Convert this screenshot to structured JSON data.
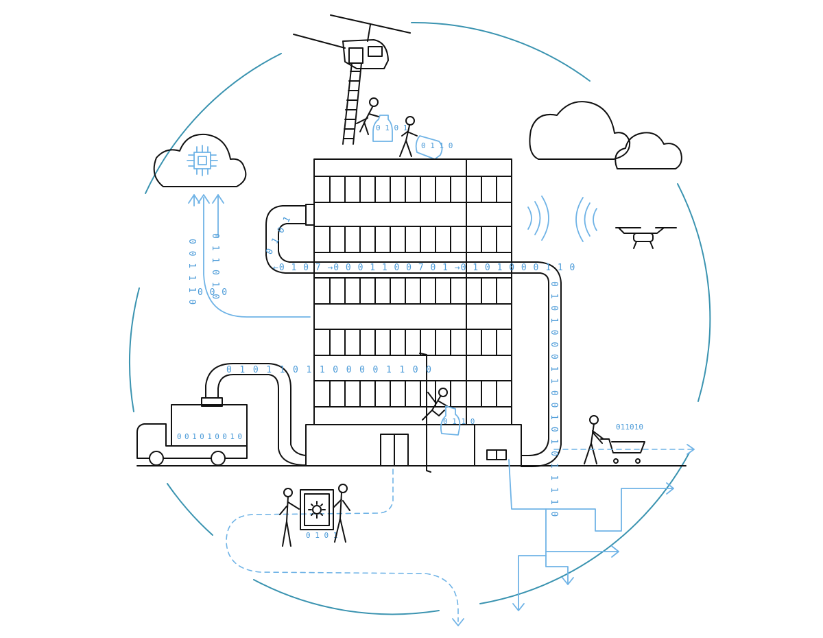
{
  "colors": {
    "ink": "#111111",
    "accent_blue": "#6fb3e6",
    "ring_teal": "#3a93b0",
    "bits_blue": "#4a9ad8"
  },
  "binary_streams": {
    "pipe_top_left": "0 1 0 1",
    "pipe_top_middle": "←0 1 0 7 →0 0 0 1 1 0 0 7 0 1 →0 1 0 1 0 0 0 1 1 0",
    "pipe_right": "0 1 0 1 0 0 0 1 1 0 0 1 0 1 0 1 1 1 1 0",
    "pipe_bottom_left": "0 1 0 1 1 0 1 1 0 0 0 0 1 1 0 0",
    "truck_tank": "0 0 1 0 1 0 0 1 0",
    "cloud_up_left": "0 0 1 1 1 0",
    "cloud_up_right": "0 1 1 0 1 0",
    "cloud_stream_tail": "0 0 0",
    "bags": [
      "0 1 0 1",
      "0 1 1 0"
    ],
    "cart": "0 1 1 0 1 0"
  },
  "icons": [
    "helicopter-icon",
    "cloud-chip-icon",
    "cloud-icon",
    "building-icon",
    "drone-icon",
    "wifi-signal-icon",
    "truck-icon",
    "shopping-cart-icon",
    "safe-icon",
    "person-icon",
    "data-bag-icon"
  ]
}
